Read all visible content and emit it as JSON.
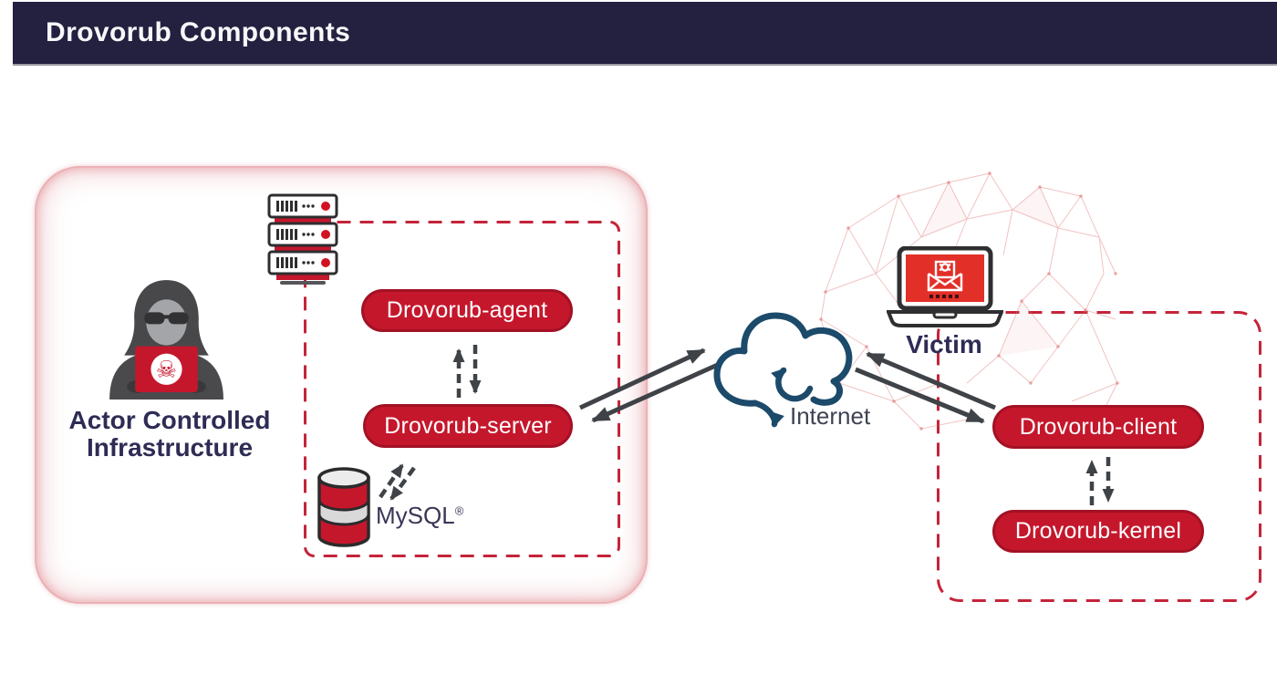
{
  "header": {
    "title": "Drovorub Components"
  },
  "actor_infrastructure": {
    "label_line1": "Actor Controlled",
    "label_line2": "Infrastructure",
    "agent_label": "Drovorub-agent",
    "server_label": "Drovorub-server",
    "database_label": "MySQL",
    "database_trademark": "®"
  },
  "internet": {
    "label": "Internet"
  },
  "victim": {
    "label": "Victim",
    "client_label": "Drovorub-client",
    "kernel_label": "Drovorub-kernel"
  },
  "icons": {
    "hacker": "hooded-hacker-with-skull-laptop",
    "server_stack": "server-rack-stack",
    "database": "database-cylinder",
    "cloud": "internet-cloud",
    "victim_laptop": "laptop-with-malicious-email",
    "skull_glyph": "☠"
  },
  "colors": {
    "header_bg": "#232040",
    "node_red": "#c5172c",
    "node_border_red": "#a31124",
    "dashed_border_red": "#c4243a",
    "navy_text": "#2e2c55",
    "arrow_gray": "#3f4347",
    "cloud_navy": "#1c4a6a",
    "actor_box_glow": "#e5a9ae",
    "mesh_red": "#dd7070"
  }
}
